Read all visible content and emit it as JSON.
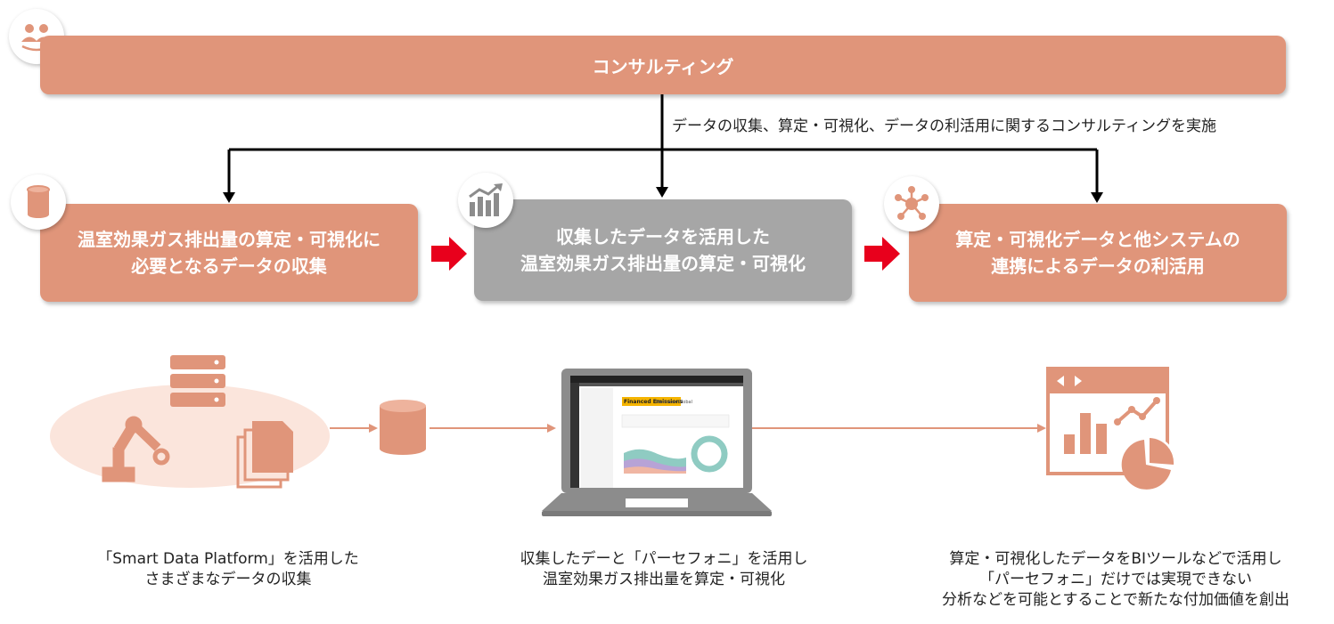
{
  "consulting": {
    "title": "コンサルティング",
    "description": "データの収集、算定・可視化、データの利活用に関するコンサルティングを実施"
  },
  "steps": [
    {
      "label": "温室効果ガス排出量の算定・可視化に\n必要となるデータの収集",
      "icon": "database-icon",
      "color": "#e0957a"
    },
    {
      "label": "収集したデータを活用した\n温室効果ガス排出量の算定・可視化",
      "icon": "growth-chart-icon",
      "color": "#a6a6a6"
    },
    {
      "label": "算定・可視化データと他システムの\n連携によるデータの利活用",
      "icon": "network-hub-icon",
      "color": "#e0957a"
    }
  ],
  "captions": [
    "「Smart Data Platform」を活用した\nさまざまなデータの収集",
    "収集したデーと「パーセフォニ」を活用し\n温室効果ガス排出量を算定・可視化",
    "算定・可視化したデータをBIツールなどで活用し\n「パーセフォニ」だけでは実現できない\n分析などを可能とすることで新たな付加価値を創出"
  ],
  "laptop_screen": {
    "title": "Financed Emissions",
    "subtitle": "Pantheon Global"
  },
  "colors": {
    "accent": "#e0957a",
    "gray": "#a6a6a6",
    "arrow_red": "#e8001c",
    "ellipse": "#fbe5dc"
  }
}
